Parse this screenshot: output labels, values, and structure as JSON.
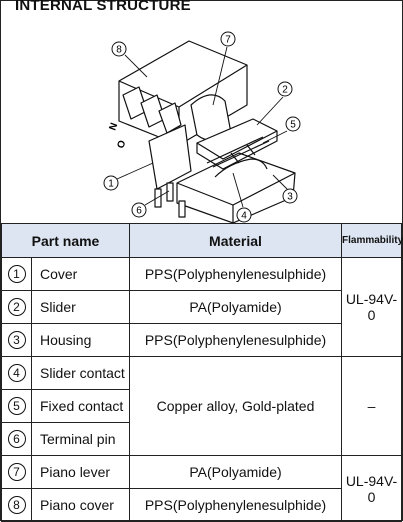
{
  "section_title": "INTERNAL STRUCTURE",
  "callouts": [
    "8",
    "7",
    "2",
    "5",
    "1",
    "3",
    "6",
    "4"
  ],
  "drawing_labels": {
    "n": "N",
    "o": "O"
  },
  "table": {
    "headers": {
      "part_name": "Part name",
      "material": "Material",
      "flammability": "Flammability"
    },
    "rows": [
      {
        "num": "1",
        "name": "Cover",
        "material": "PPS(Polyphenylenesulphide)"
      },
      {
        "num": "2",
        "name": "Slider",
        "material": "PA(Polyamide)"
      },
      {
        "num": "3",
        "name": "Housing",
        "material": "PPS(Polyphenylenesulphide)"
      },
      {
        "num": "4",
        "name": "Slider contact",
        "material": "Copper alloy, Gold-plated"
      },
      {
        "num": "5",
        "name": "Fixed contact"
      },
      {
        "num": "6",
        "name": "Terminal pin"
      },
      {
        "num": "7",
        "name": "Piano lever",
        "material": "PA(Polyamide)"
      },
      {
        "num": "8",
        "name": "Piano cover",
        "material": "PPS(Polyphenylenesulphide)"
      }
    ],
    "flammability": {
      "group_a": "UL-94V-0",
      "group_b": "–",
      "group_c": "UL-94V-0"
    }
  }
}
